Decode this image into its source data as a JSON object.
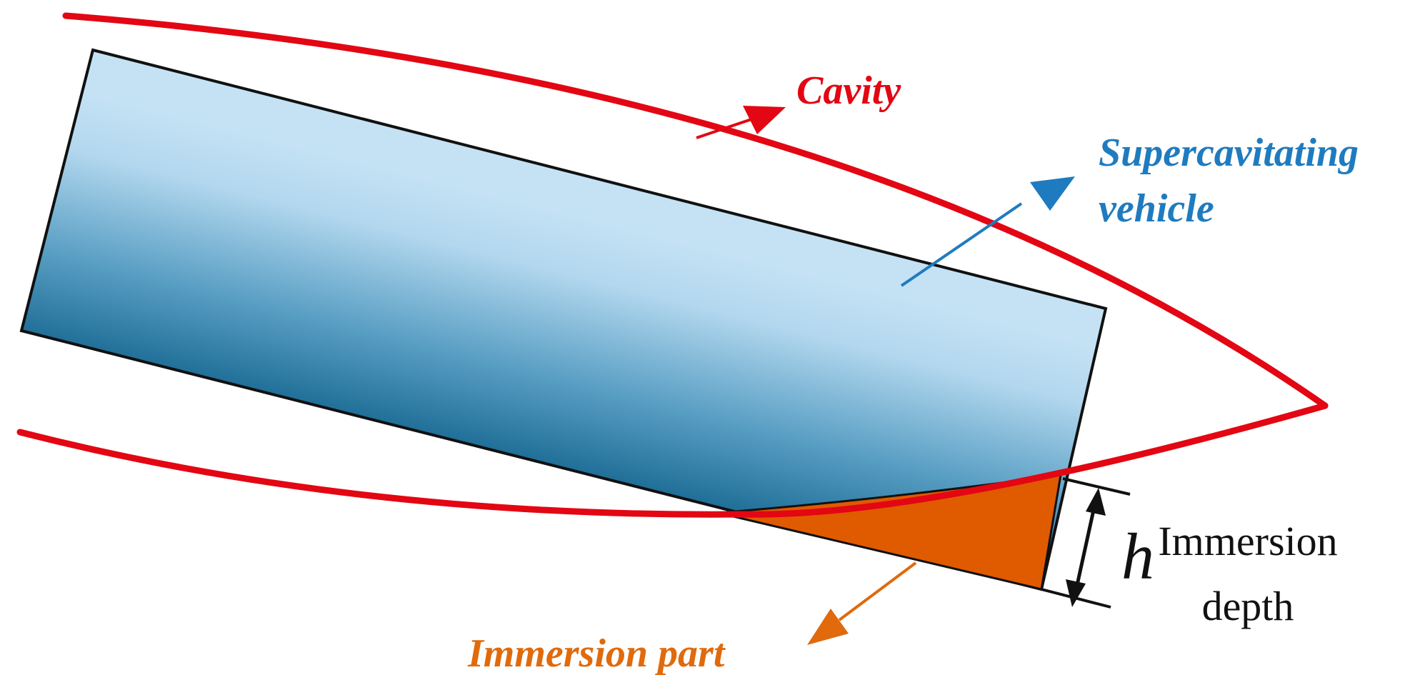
{
  "labels": {
    "cavity": "Cavity",
    "vehicle_line1": "Supercavitating",
    "vehicle_line2": "vehicle",
    "immersion_part": "Immersion part",
    "h_symbol": "h",
    "depth_line1": "Immersion",
    "depth_line2": "depth"
  },
  "colors": {
    "cavity": "#e30613",
    "vehicle_label": "#1f7bbf",
    "immersion": "#e06a0c",
    "body_dark": "#005580",
    "body_light": "#bfe0f3",
    "outline": "#111111"
  }
}
